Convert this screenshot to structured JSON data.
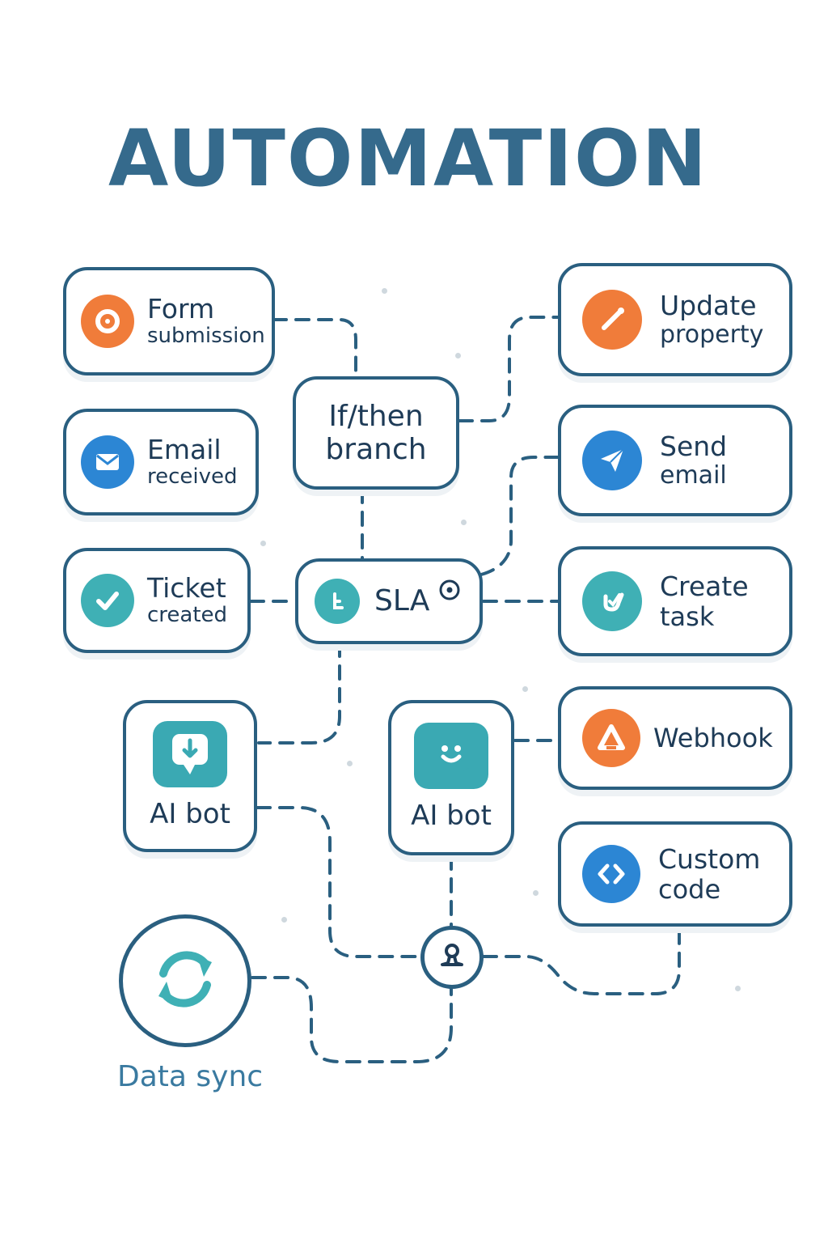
{
  "title": "AUTOMATION",
  "nodes": {
    "form_submission": {
      "line1": "Form",
      "line2": "submission",
      "icon": "target-icon"
    },
    "email_received": {
      "line1": "Email",
      "line2": "received",
      "icon": "envelope-icon"
    },
    "ticket_created": {
      "line1": "Ticket",
      "line2": "created",
      "icon": "checkmark-icon"
    },
    "if_then_branch": {
      "line1": "If/then",
      "line2": "branch"
    },
    "sla": {
      "label": "SLA",
      "icon": "timer-icon"
    },
    "ai_bot_left": {
      "label": "AI bot",
      "icon": "chat-download-icon"
    },
    "ai_bot_right": {
      "label": "AI bot",
      "icon": "chat-smile-icon"
    },
    "update_property": {
      "line1": "Update",
      "line2": "property",
      "icon": "pencil-icon"
    },
    "send_email": {
      "line1": "Send",
      "line2": "email",
      "icon": "paper-plane-icon"
    },
    "create_task": {
      "line1": "Create",
      "line2": "task",
      "icon": "task-check-icon"
    },
    "webhook": {
      "label": "Webhook",
      "icon": "webhook-icon"
    },
    "custom_code": {
      "line1": "Custom",
      "line2": "code",
      "icon": "code-icon"
    },
    "data_sync": {
      "label": "Data sync",
      "icon": "sync-icon"
    },
    "hub": {
      "icon": "user-icon"
    }
  },
  "colors": {
    "border": "#2a5f80",
    "title": "#356a8c",
    "orange": "#f07c3a",
    "blue": "#2c86d4",
    "teal": "#3fb0b5"
  }
}
